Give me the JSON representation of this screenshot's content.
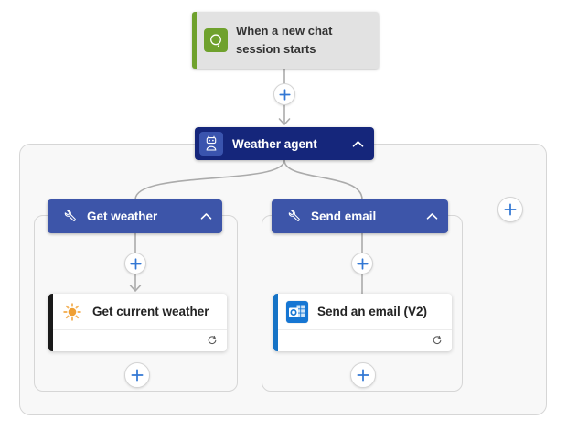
{
  "trigger": {
    "title": "When a new chat session starts",
    "icon": "chat-icon"
  },
  "agent": {
    "label": "Weather agent",
    "icon": "robot-icon",
    "collapse_icon": "chevron-up-icon"
  },
  "branches": [
    {
      "header": {
        "label": "Get weather",
        "icon": "wrench-icon",
        "collapse_icon": "chevron-up-icon"
      },
      "action": {
        "title": "Get current weather",
        "icon": "sun-icon",
        "connection_icon": "connection-icon"
      }
    },
    {
      "header": {
        "label": "Send email",
        "icon": "wrench-icon",
        "collapse_icon": "chevron-up-icon"
      },
      "action": {
        "title": "Send an email (V2)",
        "icon": "outlook-icon",
        "connection_icon": "connection-icon"
      }
    }
  ],
  "add_buttons": {
    "icon": "plus-icon",
    "count": 6
  },
  "colors": {
    "canvas_bg": "#ffffff",
    "container_bg": "#f8f8f8",
    "container_border": "#d6d6d6",
    "trigger_bg": "#e2e2e2",
    "trigger_green": "#6fa12d",
    "agent_navy": "#15267b",
    "agent_icon_bg": "#3a54ae",
    "tool_blue": "#3d55a9",
    "action_stripe_black": "#1a1a1a",
    "action_stripe_blue": "#1673c6",
    "plus_blue": "#3277d4",
    "connector_gray": "#ababab",
    "sun_orange": "#ef9f33",
    "outlook_blue": "#1676d3",
    "text_dark": "#2b2b2b"
  }
}
